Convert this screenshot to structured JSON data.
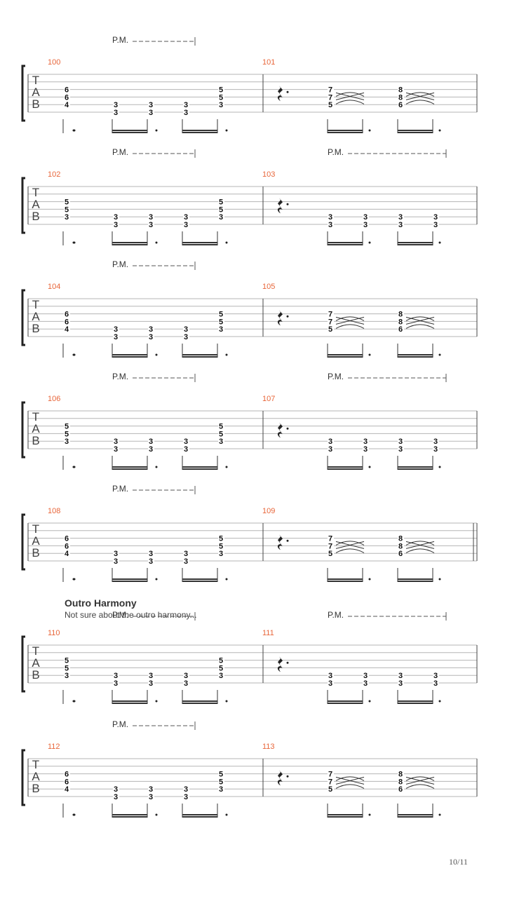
{
  "clef": [
    "T",
    "A",
    "B"
  ],
  "palm_mute_label": "P.M.",
  "patterns": {
    "A": [
      [
        {
          "s": 3,
          "f": "6"
        },
        {
          "s": 4,
          "f": "6"
        },
        {
          "s": 5,
          "f": "4"
        }
      ],
      [
        {
          "s": 5,
          "f": "3"
        },
        {
          "s": 6,
          "f": "3"
        }
      ],
      [
        {
          "s": 5,
          "f": "3"
        },
        {
          "s": 6,
          "f": "3"
        }
      ],
      [
        {
          "s": 5,
          "f": "3"
        },
        {
          "s": 6,
          "f": "3"
        }
      ],
      [
        {
          "s": 3,
          "f": "5"
        },
        {
          "s": 4,
          "f": "5"
        },
        {
          "s": 5,
          "f": "3"
        }
      ]
    ],
    "B": [
      [
        {
          "s": 3,
          "f": "5"
        },
        {
          "s": 4,
          "f": "5"
        },
        {
          "s": 5,
          "f": "3"
        }
      ],
      [
        {
          "s": 5,
          "f": "3"
        },
        {
          "s": 6,
          "f": "3"
        }
      ],
      [
        {
          "s": 5,
          "f": "3"
        },
        {
          "s": 6,
          "f": "3"
        }
      ],
      [
        {
          "s": 5,
          "f": "3"
        },
        {
          "s": 6,
          "f": "3"
        }
      ],
      [
        {
          "s": 3,
          "f": "5"
        },
        {
          "s": 4,
          "f": "5"
        },
        {
          "s": 5,
          "f": "3"
        }
      ]
    ],
    "C": [
      [
        {
          "s": 3,
          "f": "7"
        },
        {
          "s": 4,
          "f": "7"
        },
        {
          "s": 5,
          "f": "5"
        }
      ],
      [
        {
          "s": 3,
          "f": "8"
        },
        {
          "s": 4,
          "f": "8"
        },
        {
          "s": 5,
          "f": "6"
        }
      ]
    ],
    "D": [
      [
        {
          "s": 5,
          "f": "3"
        },
        {
          "s": 6,
          "f": "3"
        }
      ],
      [
        {
          "s": 5,
          "f": "3"
        },
        {
          "s": 6,
          "f": "3"
        }
      ],
      [
        {
          "s": 5,
          "f": "3"
        },
        {
          "s": 6,
          "f": "3"
        }
      ],
      [
        {
          "s": 5,
          "f": "3"
        },
        {
          "s": 6,
          "f": "3"
        }
      ]
    ]
  },
  "systems": [
    {
      "left": {
        "number": "100",
        "pattern": "A",
        "pm": true
      },
      "right": {
        "number": "101",
        "pattern": "C",
        "pm": false
      }
    },
    {
      "left": {
        "number": "102",
        "pattern": "B",
        "pm": true
      },
      "right": {
        "number": "103",
        "pattern": "D",
        "pm": true
      }
    },
    {
      "left": {
        "number": "104",
        "pattern": "A",
        "pm": true
      },
      "right": {
        "number": "105",
        "pattern": "C",
        "pm": false
      }
    },
    {
      "left": {
        "number": "106",
        "pattern": "B",
        "pm": true
      },
      "right": {
        "number": "107",
        "pattern": "D",
        "pm": true
      }
    },
    {
      "left": {
        "number": "108",
        "pattern": "A",
        "pm": true
      },
      "right": {
        "number": "109",
        "pattern": "C",
        "pm": false
      },
      "double_bar": true
    },
    {
      "left": {
        "number": "110",
        "pattern": "B",
        "pm": true
      },
      "right": {
        "number": "111",
        "pattern": "D",
        "pm": true
      },
      "section": {
        "title": "Outro Harmony",
        "note": "Not sure about the outro harmony..."
      }
    },
    {
      "left": {
        "number": "112",
        "pattern": "A",
        "pm": true
      },
      "right": {
        "number": "113",
        "pattern": "C",
        "pm": false
      }
    }
  ],
  "page_number": "10/11"
}
